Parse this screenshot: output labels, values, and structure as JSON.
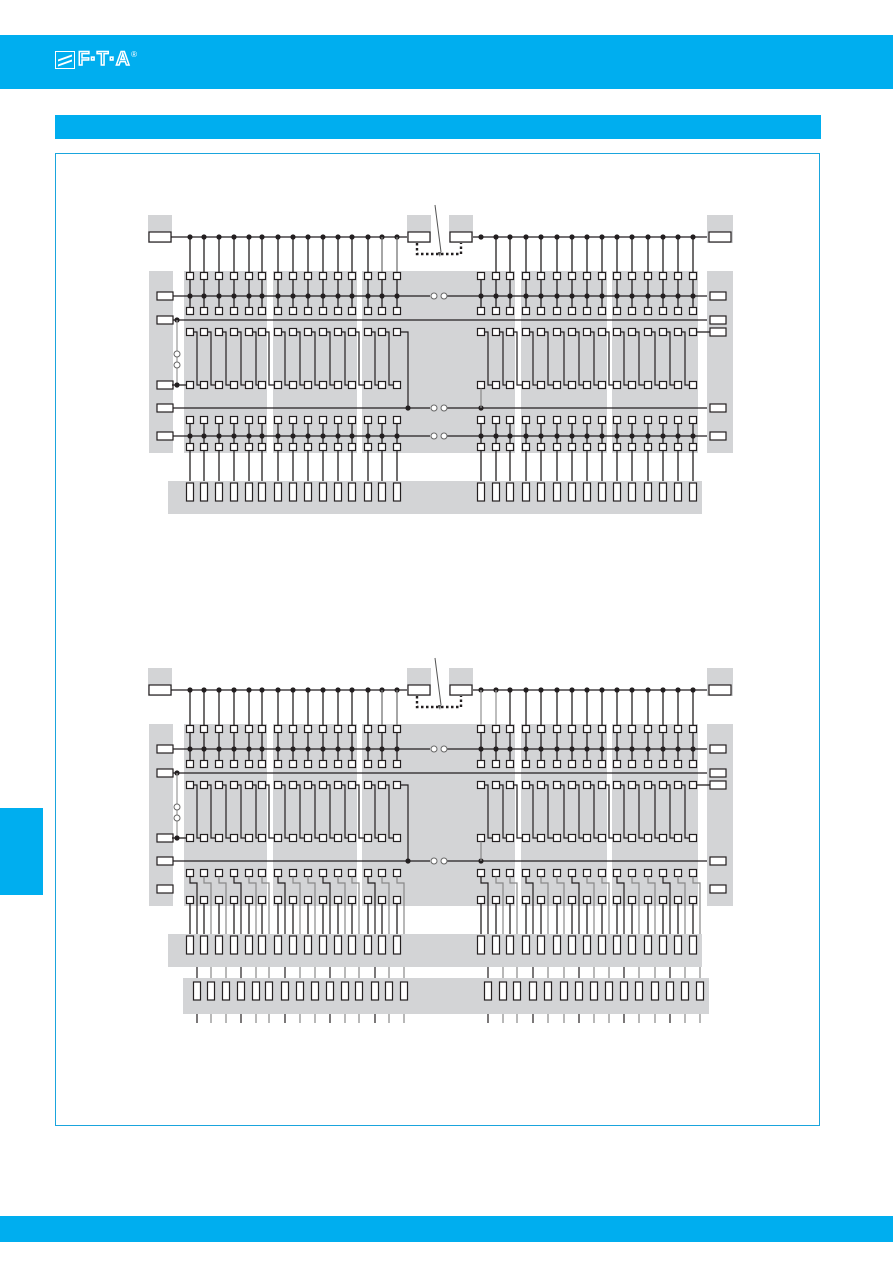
{
  "brand": {
    "logo_text": "F·T·A",
    "registered_mark": "®",
    "brand_color": "#00aeef",
    "shade_color": "#d3d4d6",
    "line_color": "#231f20"
  },
  "header": {
    "section_title": ""
  },
  "diagrams": [
    {
      "id": "diagram-1",
      "variant": "single-row-outputs",
      "left_channels": 15,
      "right_channels": 15,
      "left_groups": [
        6,
        6,
        3
      ],
      "right_groups": [
        3,
        6,
        6
      ],
      "right_first_top_drop": false,
      "bridge_between_groups": true,
      "test_plug_arrow": true,
      "output_rows": 1
    },
    {
      "id": "diagram-2",
      "variant": "double-row-outputs",
      "left_channels": 15,
      "right_channels": 15,
      "left_groups": [
        6,
        6,
        3
      ],
      "right_groups": [
        3,
        6,
        6
      ],
      "right_first_top_drop": true,
      "bridge_between_groups": true,
      "test_plug_arrow": true,
      "output_rows": 2
    }
  ]
}
